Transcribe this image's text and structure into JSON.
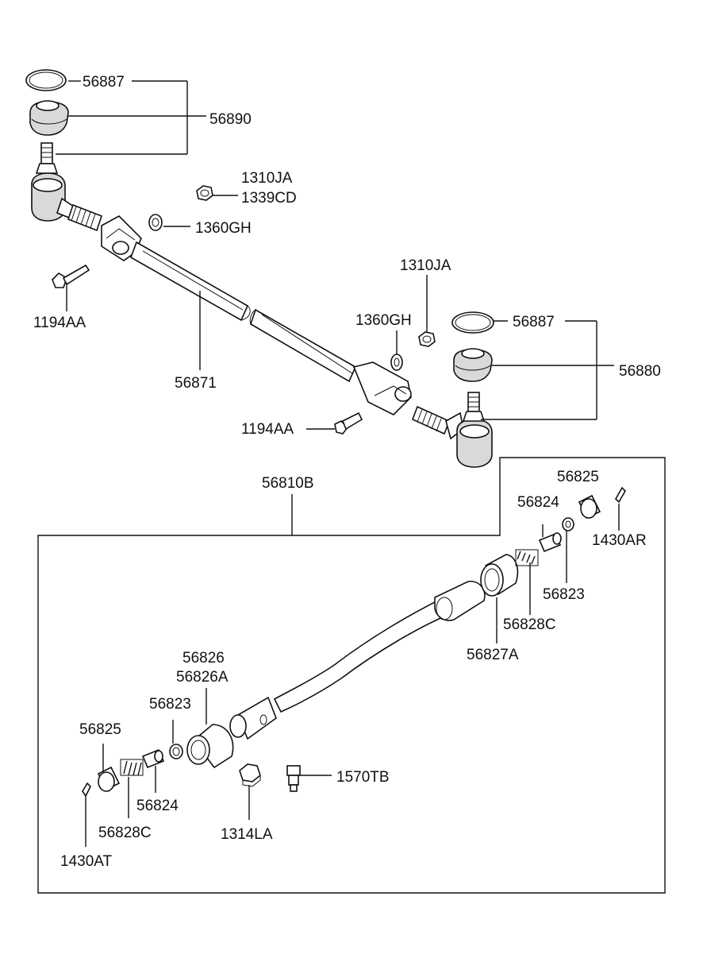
{
  "diagram": {
    "labels": {
      "upper_boot_ring_left": "56887",
      "upper_end_assembly_left": "56890",
      "nut_top": "1310JA",
      "nut_top_alt": "1339CD",
      "washer_left": "1360GH",
      "bolt_left": "1194AA",
      "tie_rod_tube": "56871",
      "nut_right": "1310JA",
      "washer_right": "1360GH",
      "boot_ring_right": "56887",
      "end_assembly_right": "56880",
      "bolt_right": "1194AA",
      "center_rod_assembly": "56810B",
      "plug_right": "56825",
      "seat_right": "56824",
      "cotter_pin_right": "1430AR",
      "ball_seat_right": "56823",
      "spring_right": "56828C",
      "socket_right": "56827A",
      "socket_left": "56826",
      "socket_left_alt": "56826A",
      "ball_seat_left": "56823",
      "plug_left": "56825",
      "seat_left": "56824",
      "spring_left": "56828C",
      "cotter_pin_left": "1430AT",
      "nut_bottom": "1314LA",
      "grease_nipple": "1570TB"
    }
  }
}
